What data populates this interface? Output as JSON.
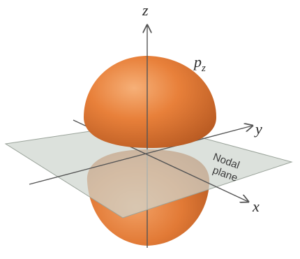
{
  "diagram": {
    "orbital_label": "p",
    "orbital_subscript": "z",
    "axes": {
      "z": "z",
      "y": "y",
      "x": "x"
    },
    "plane_label": {
      "line1": "Nodal",
      "line2": "plane"
    }
  },
  "colors": {
    "lobe": "#e8803a",
    "lobe_shadow": "#b85a22",
    "lobe_highlight": "#f4a765",
    "plane": "#cfd6cf",
    "axis": "#555555"
  }
}
